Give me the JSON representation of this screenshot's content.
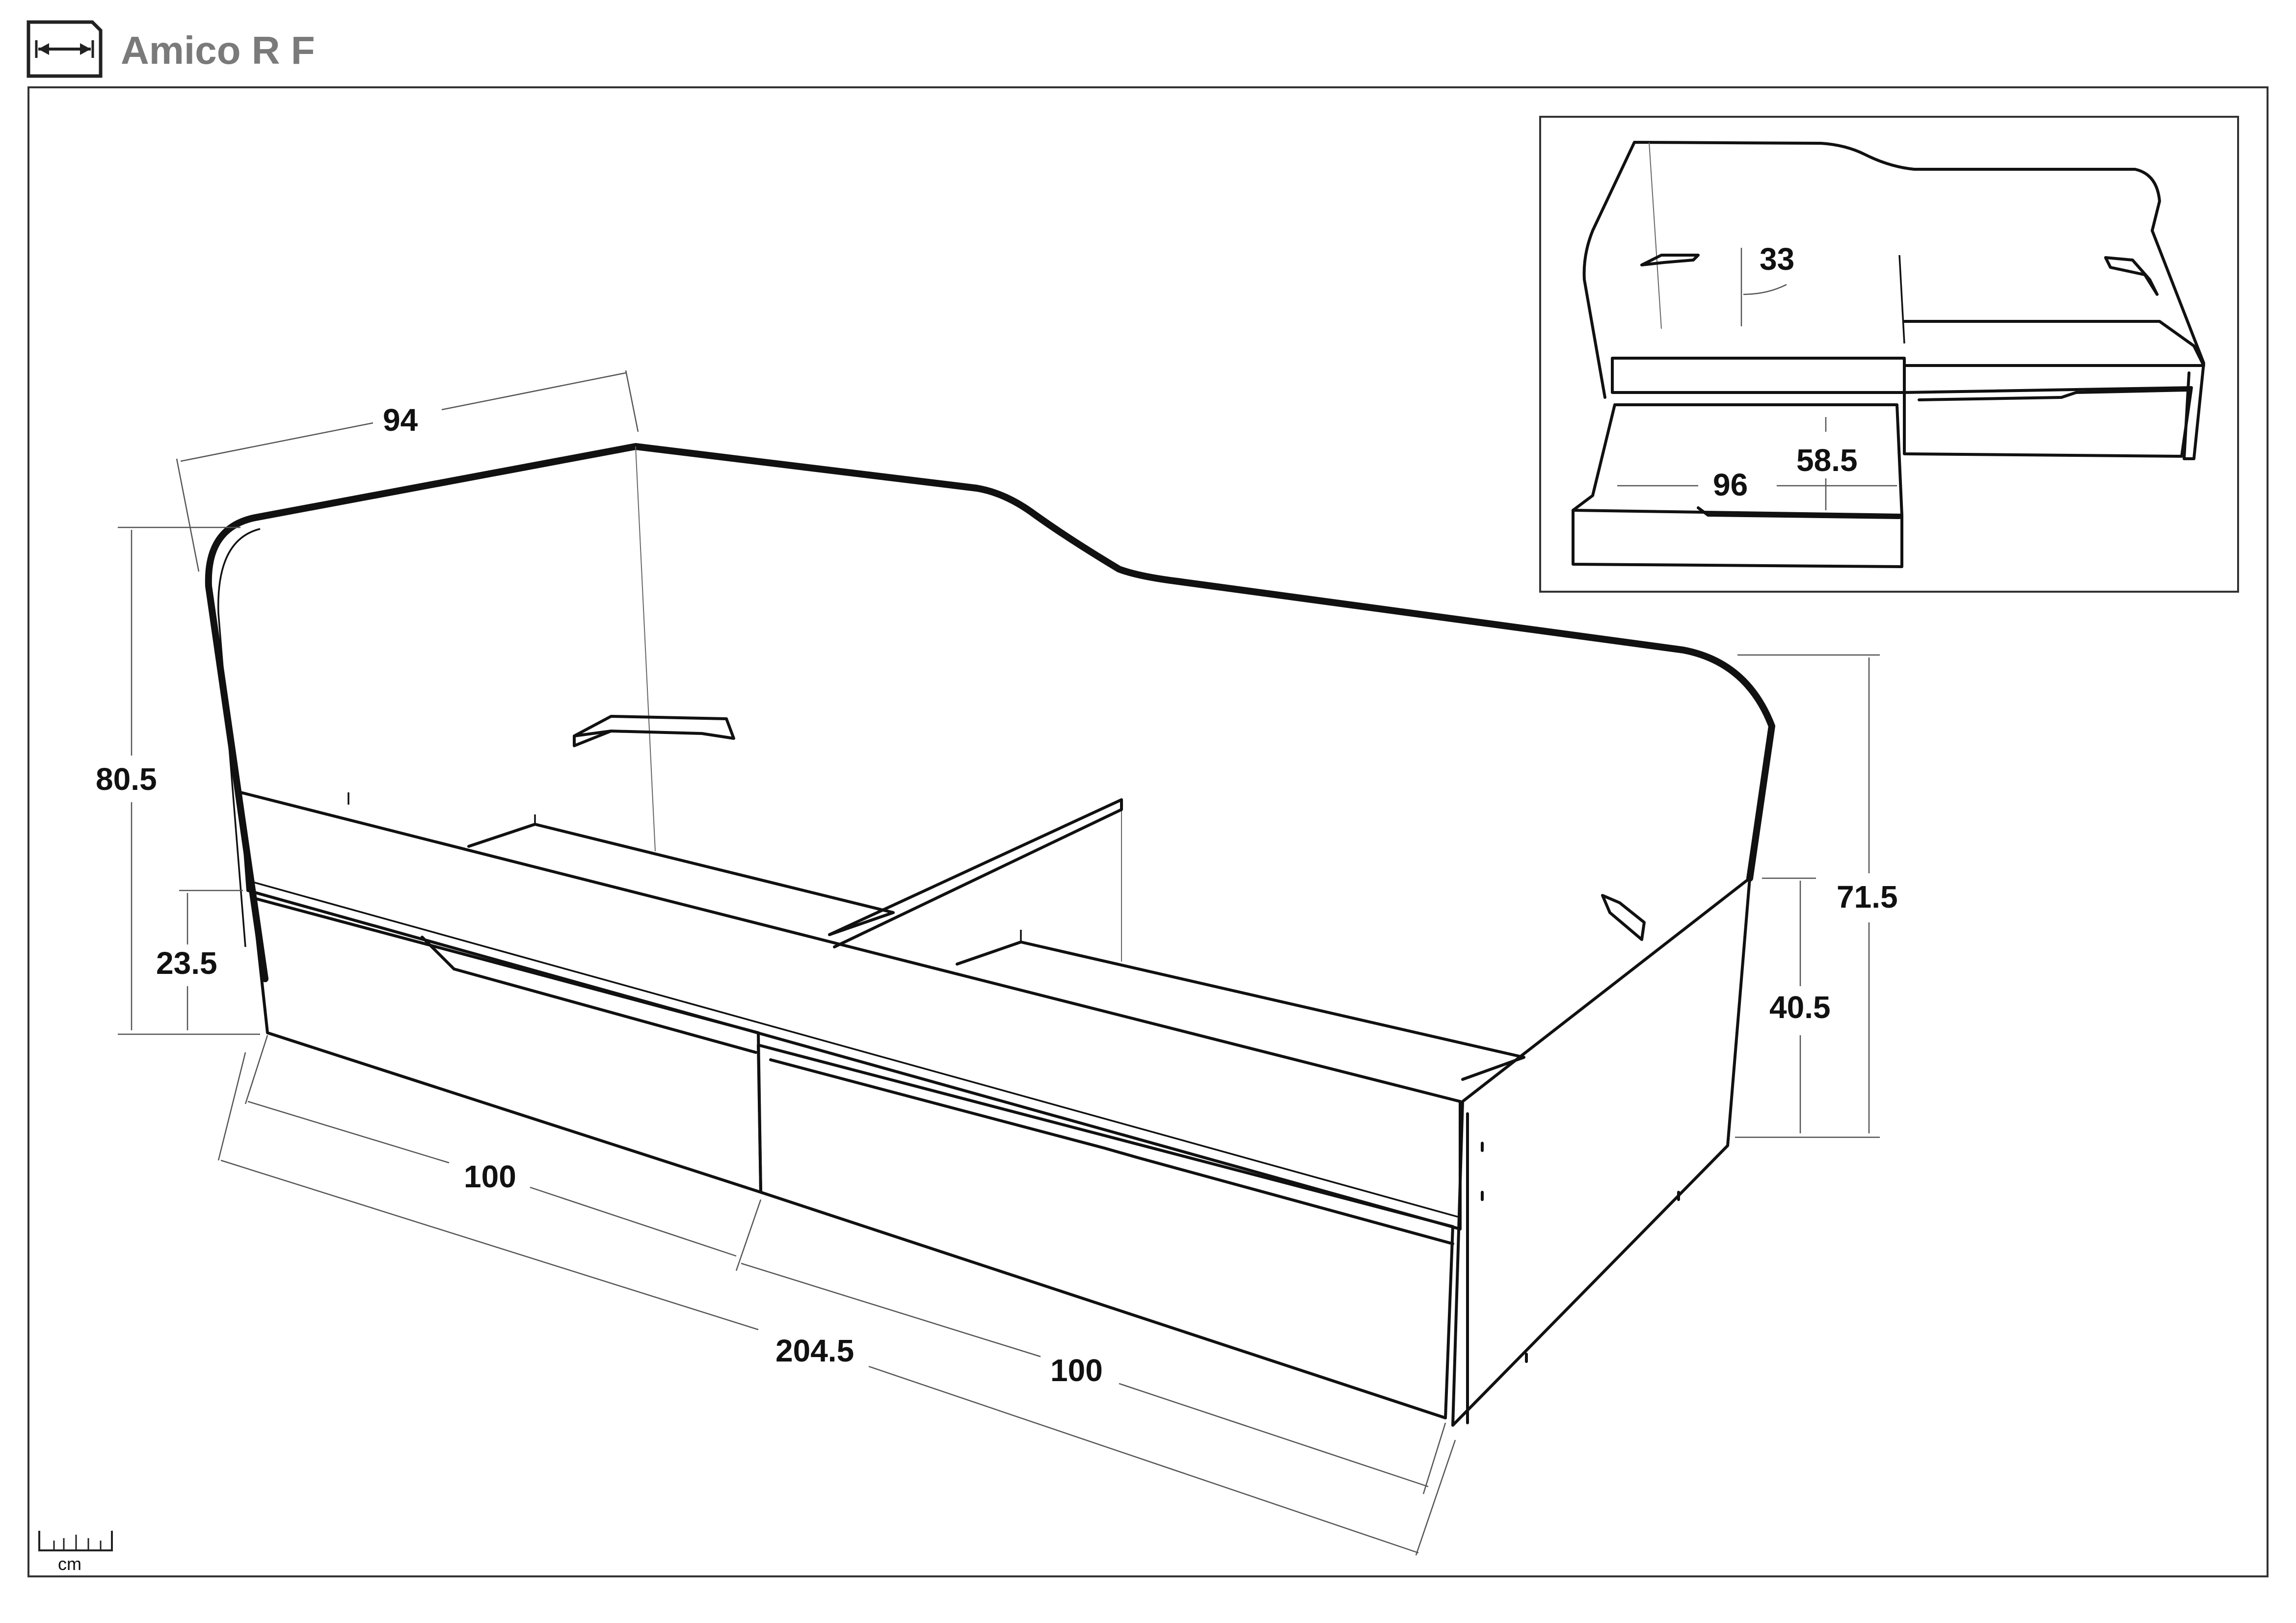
{
  "header": {
    "title": "Amico R F",
    "icon": "dimensions-icon"
  },
  "main_view": {
    "dimensions": {
      "width": "94",
      "height": "80.5",
      "drawer_height": "23.5",
      "drawer_length_left": "100",
      "drawer_length_right": "100",
      "total_length": "204.5",
      "side_height": "71.5",
      "front_height": "40.5"
    }
  },
  "inset_view": {
    "dimensions": {
      "depth": "33",
      "drawer_height": "58.5",
      "drawer_length": "96"
    }
  },
  "scale": {
    "unit": "cm",
    "icon": "ruler-icon"
  }
}
